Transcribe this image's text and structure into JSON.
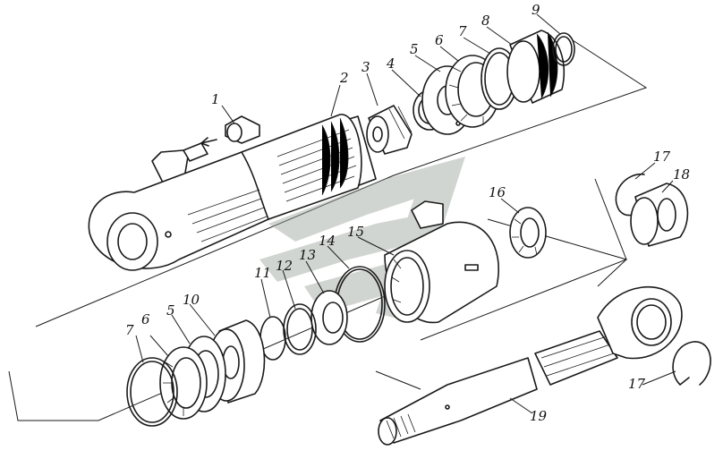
{
  "diagram": {
    "type": "exploded-assembly-drawing",
    "callouts": [
      "1",
      "2",
      "3",
      "4",
      "5",
      "6",
      "7",
      "8",
      "9",
      "17",
      "18",
      "16",
      "15",
      "14",
      "13",
      "12",
      "11",
      "10",
      "5",
      "6",
      "7",
      "19",
      "17"
    ],
    "colors": {
      "ink": "#1a1a1a",
      "watermark": "#9aa39a",
      "background": "#ffffff"
    }
  }
}
